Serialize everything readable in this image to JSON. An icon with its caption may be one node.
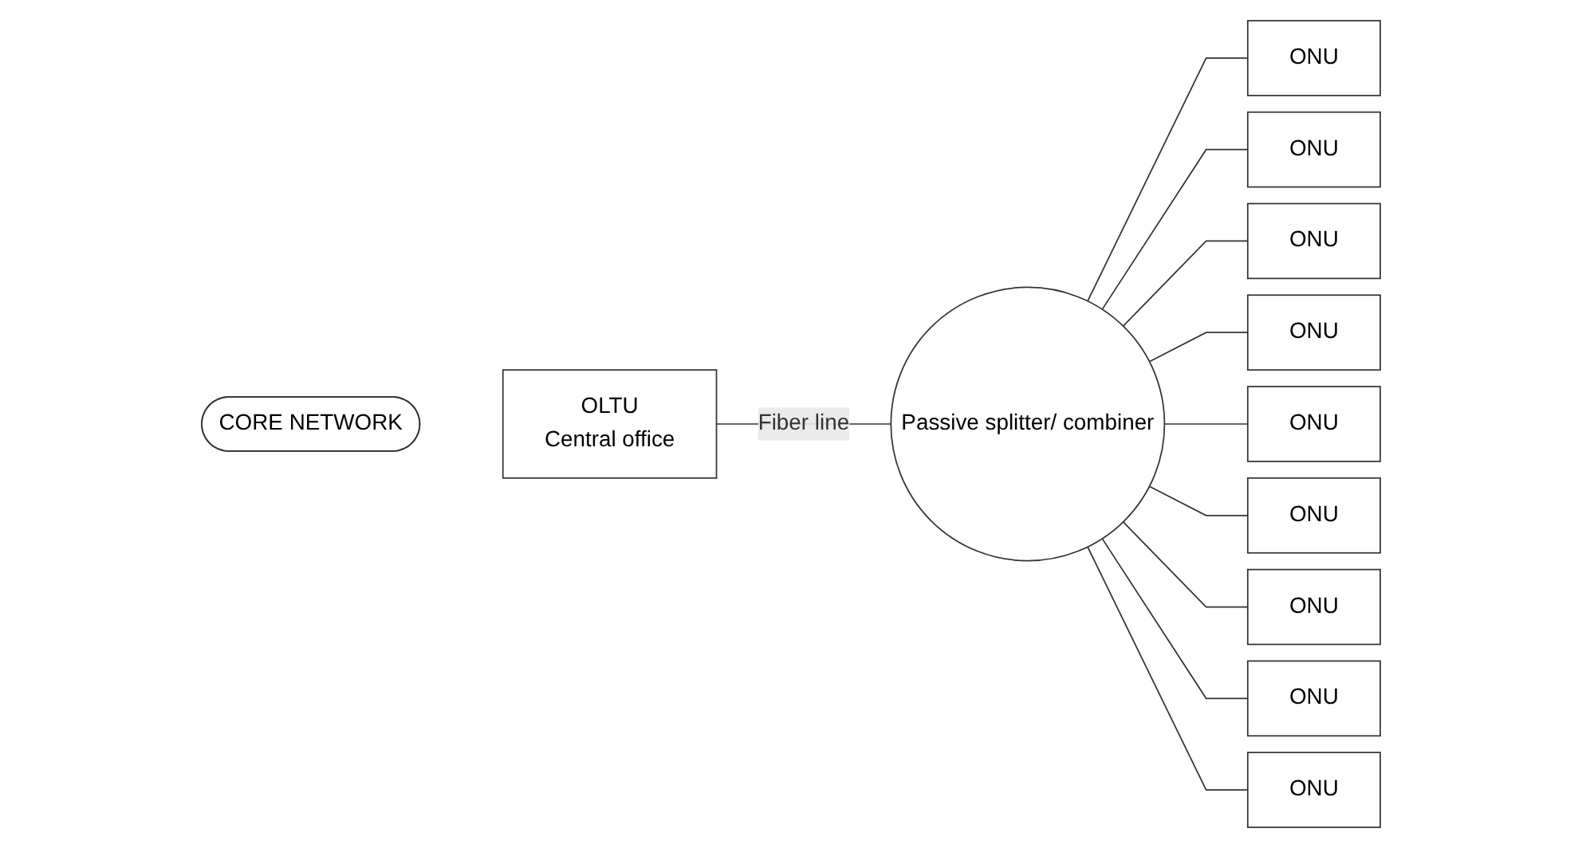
{
  "diagram": {
    "nodes": [
      {
        "text": [
          "CORE NETWORK"
        ]
      },
      {
        "text": [
          "OLTU",
          "Central office"
        ]
      },
      {
        "text": [
          "Passive splitter/ combiner"
        ]
      },
      {
        "text": [
          "ONU"
        ]
      },
      {
        "text": [
          "ONU"
        ]
      },
      {
        "text": [
          "ONU"
        ]
      },
      {
        "text": [
          "ONU"
        ]
      },
      {
        "text": [
          "ONU"
        ]
      },
      {
        "text": [
          "ONU"
        ]
      },
      {
        "text": [
          "ONU"
        ]
      },
      {
        "text": [
          "ONU"
        ]
      },
      {
        "text": [
          "ONU"
        ]
      }
    ],
    "edges": [
      {
        "from": 1,
        "to": 2,
        "arrow": "none",
        "label": "Fiber line"
      },
      {
        "from": 2,
        "to": 3,
        "arrow": "none"
      },
      {
        "from": 2,
        "to": 4,
        "arrow": "none"
      },
      {
        "from": 2,
        "to": 6,
        "arrow": "none"
      },
      {
        "from": 2,
        "to": 5,
        "arrow": "none"
      },
      {
        "from": 2,
        "to": 7,
        "arrow": "none"
      },
      {
        "from": 2,
        "to": 8,
        "arrow": "none"
      },
      {
        "from": 2,
        "to": 10,
        "arrow": "none"
      },
      {
        "from": 2,
        "to": 9,
        "arrow": "none"
      },
      {
        "from": 2,
        "to": 11,
        "arrow": "none"
      }
    ]
  }
}
